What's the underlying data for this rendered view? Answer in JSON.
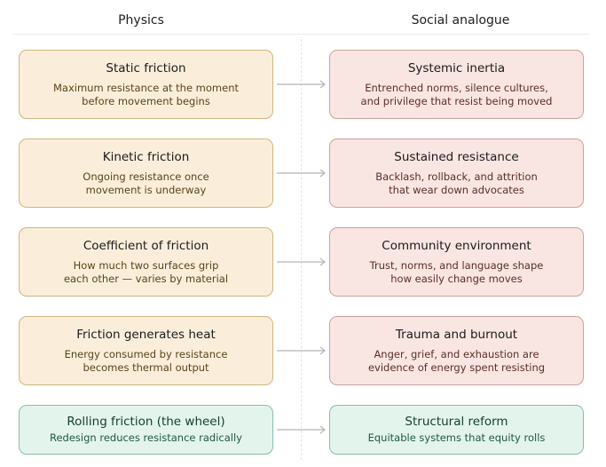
{
  "headers": {
    "left": "Physics",
    "right": "Social analogue"
  },
  "rows": [
    {
      "physics": {
        "title": "Static friction",
        "desc": "Maximum resistance at the moment\nbefore movement begins"
      },
      "social": {
        "title": "Systemic inertia",
        "desc": "Entrenched norms, silence cultures,\nand privilege that resist being moved"
      }
    },
    {
      "physics": {
        "title": "Kinetic friction",
        "desc": "Ongoing resistance once\nmovement is underway"
      },
      "social": {
        "title": "Sustained resistance",
        "desc": "Backlash, rollback, and attrition\nthat wear down advocates"
      }
    },
    {
      "physics": {
        "title": "Coefficient of friction",
        "desc": "How much two surfaces grip\neach other — varies by material"
      },
      "social": {
        "title": "Community environment",
        "desc": "Trust, norms, and language shape\nhow easily change moves"
      }
    },
    {
      "physics": {
        "title": "Friction generates heat",
        "desc": "Energy consumed by resistance\nbecomes thermal output"
      },
      "social": {
        "title": "Trauma and burnout",
        "desc": "Anger, grief, and exhaustion are\nevidence of energy spent resisting"
      }
    },
    {
      "physics": {
        "title": "Rolling friction (the wheel)",
        "desc": "Redesign reduces resistance radically"
      },
      "social": {
        "title": "Structural reform",
        "desc": "Equitable systems that equity rolls"
      }
    }
  ],
  "colors": {
    "physics_fill": "#faeedb",
    "physics_border": "#d2b47c",
    "social_fill": "#f9e6e2",
    "social_border": "#cfa09a",
    "reform_fill": "#e3f4ec",
    "reform_border": "#87bfa5",
    "arrow": "#b5b5b5"
  }
}
